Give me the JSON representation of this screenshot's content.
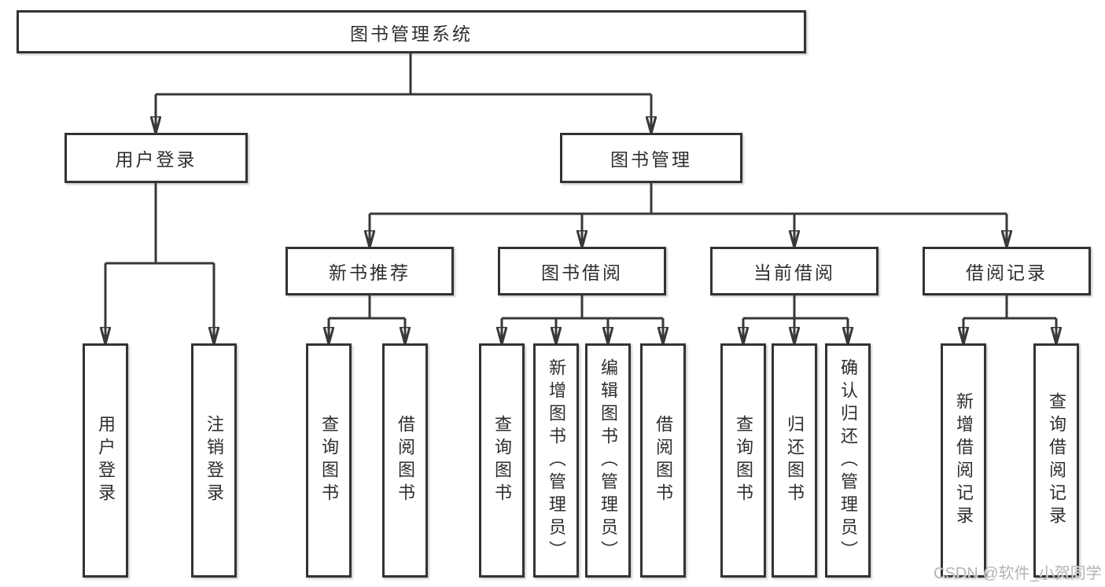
{
  "diagram": {
    "root": {
      "label": "图书管理系统"
    },
    "branches": [
      {
        "label": "用户登录",
        "children": [
          {
            "label": "用户登录"
          },
          {
            "label": "注销登录"
          }
        ]
      },
      {
        "label": "图书管理",
        "children": [
          {
            "label": "新书推荐",
            "children": [
              {
                "label": "查询图书"
              },
              {
                "label": "借阅图书"
              }
            ]
          },
          {
            "label": "图书借阅",
            "children": [
              {
                "label": "查询图书"
              },
              {
                "label": "新增图书（管理员）"
              },
              {
                "label": "编辑图书（管理员）"
              },
              {
                "label": "借阅图书"
              }
            ]
          },
          {
            "label": "当前借阅",
            "children": [
              {
                "label": "查询图书"
              },
              {
                "label": "归还图书"
              },
              {
                "label": "确认归还（管理员）"
              }
            ]
          },
          {
            "label": "借阅记录",
            "children": [
              {
                "label": "新增借阅记录"
              },
              {
                "label": "查询借阅记录"
              }
            ]
          }
        ]
      }
    ]
  },
  "watermark": {
    "text": "CSDN @软件_小贺同学"
  },
  "colors": {
    "line": "#383838",
    "border": "#333333",
    "text": "#2e2e2e",
    "watermark": "#b4b4b7",
    "background": "#ffffff"
  }
}
